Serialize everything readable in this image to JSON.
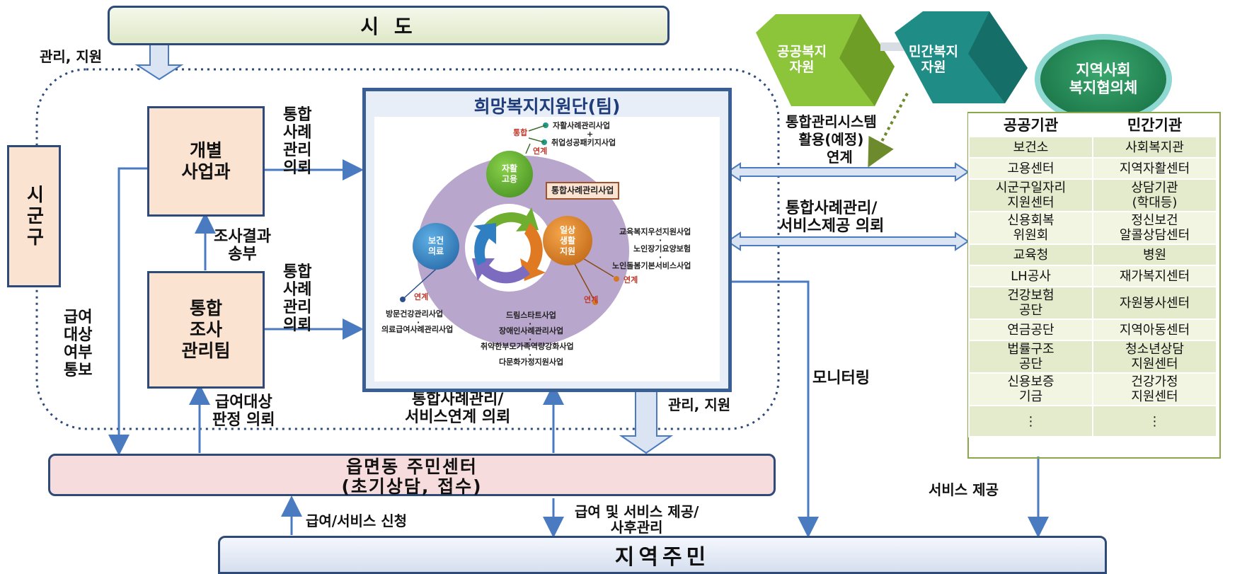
{
  "top_box": "시 도",
  "sigungu": "시군구",
  "box_individual": [
    "개별",
    "사업과"
  ],
  "box_survey": [
    "통합",
    "조사",
    "관리팀"
  ],
  "team": {
    "title": "희망복지지원단(팀)",
    "labels": {
      "tonghap": "통합",
      "yeongye1": "연계",
      "jahwal_saryе": "자활사례관리사업",
      "plus1": "+",
      "chwieop": "취업성공패키지사업",
      "center_box": "통합사례관리사업",
      "edu": "교육복지우선지원사업",
      "plus2": "·",
      "senior_care": "노인장기요양보험",
      "plus3": "·",
      "senior_service": "노인돌봄기본서비스사업",
      "yeongye_right": "연계",
      "yeongye_right2": "연계",
      "yeongye_left": "연계",
      "visit": "방문건강관리사업",
      "plus4": "·",
      "medical": "의료급여사례관리사업",
      "dreamstart": "드림스타트사업",
      "plus5": "·",
      "disabled": "장애인사례관리사업",
      "plus6": "·",
      "vulnerable": "취약한부모가족역량강화사업",
      "plus7": "·",
      "multicultural": "다문화가정지원사업"
    },
    "circles": {
      "jahwal": [
        "자활",
        "고용"
      ],
      "health": [
        "보건",
        "의료"
      ],
      "daily": [
        "일상",
        "생활",
        "지원"
      ]
    }
  },
  "labels": {
    "manage_support_top": "관리, 지원",
    "case_request_1": [
      "통합",
      "사례",
      "관리",
      "의뢰"
    ],
    "survey_result": [
      "조사결과",
      "송부"
    ],
    "case_request_2": [
      "통합",
      "사례",
      "관리",
      "의뢰"
    ],
    "benefit_notify": [
      "급여",
      "대상",
      "여부",
      "통보"
    ],
    "benefit_request": [
      "급여대상",
      "판정 의뢰"
    ],
    "case_service_request": [
      "통합사례관리/",
      "서비스연계 의뢰"
    ],
    "manage_support_right": "관리, 지원",
    "system_use": [
      "통합관리시스템",
      "활용(예정)"
    ],
    "yeongye": "연계",
    "case_service_provide": [
      "통합사례관리/",
      "서비스제공 의뢰"
    ],
    "monitoring": "모니터링",
    "service_provide": "서비스 제공",
    "benefit_apply": "급여/서비스 신청",
    "benefit_provide": [
      "급여 및 서비스 제공/",
      "사후관리"
    ]
  },
  "resources": {
    "public": [
      "공공복지",
      "자원"
    ],
    "private": [
      "민간복지",
      "자원"
    ],
    "council": [
      "지역사회",
      "복지협의체"
    ]
  },
  "center_bar": [
    "읍면동 주민센터",
    "(초기상담, 접수)"
  ],
  "bottom_bar": "지역주민",
  "institutions": {
    "headers": [
      "공공기관",
      "민간기관"
    ],
    "rows": [
      [
        "보건소",
        "사회복지관"
      ],
      [
        "고용센터",
        "지역자활센터"
      ],
      [
        "시군구일자리\n지원센터",
        "상담기관\n(학대등)"
      ],
      [
        "신용회복\n위원회",
        "정신보건\n알콜상담센터"
      ],
      [
        "교육청",
        "병원"
      ],
      [
        "LH공사",
        "재가복지센터"
      ],
      [
        "건강보험\n공단",
        "자원봉사센터"
      ],
      [
        "연금공단",
        "지역아동센터"
      ],
      [
        "법률구조\n공단",
        "청소년상담\n지원센터"
      ],
      [
        "신용보증\n기금",
        "건강가정\n지원센터"
      ],
      [
        "⋮",
        "⋮"
      ]
    ]
  },
  "colors": {
    "border": "#2e4a79",
    "arrow": "#4a7bc0",
    "peach": "#fbe3d2",
    "green_public": "#8cc43a",
    "teal_private": "#1f8d86",
    "council": "#1e8a57"
  }
}
